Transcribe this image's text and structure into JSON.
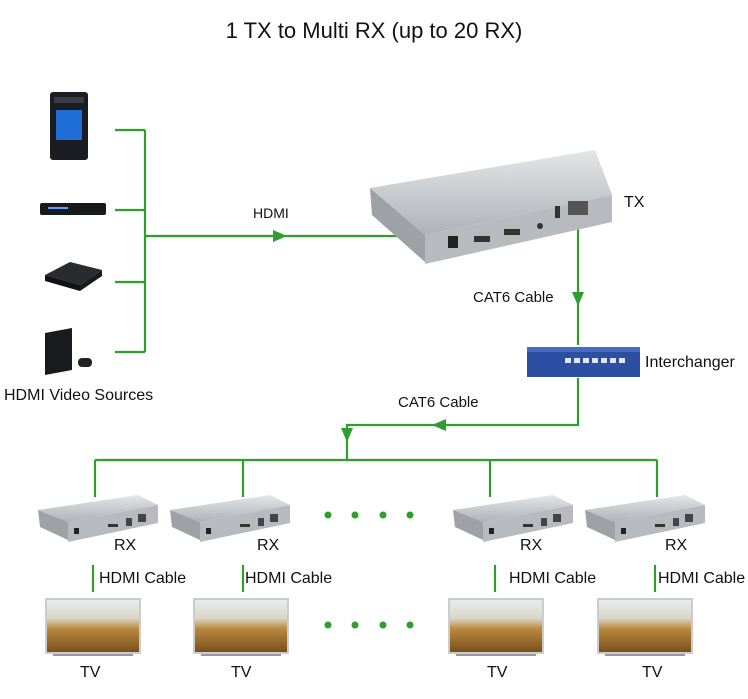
{
  "title": "1 TX to Multi RX (up to 20 RX)",
  "colors": {
    "line": "#2e9e2e",
    "device": "#c9ccd0",
    "switch": "#2c4fa3"
  },
  "sources": {
    "label": "HDMI Video Sources",
    "items": [
      "pc-tower-icon",
      "dvd-player-icon",
      "media-box-icon",
      "game-console-icon"
    ]
  },
  "links": {
    "hdmi": "HDMI",
    "cat6_top": "CAT6 Cable",
    "cat6_bottom": "CAT6 Cable"
  },
  "transmitter": {
    "label": "TX"
  },
  "switch": {
    "label": "Interchanger"
  },
  "receivers": [
    {
      "label": "RX",
      "cable": "HDMI Cable",
      "display": "TV"
    },
    {
      "label": "RX",
      "cable": "HDMI Cable",
      "display": "TV"
    },
    {
      "label": "RX",
      "cable": "HDMI Cable",
      "display": "TV"
    },
    {
      "label": "RX",
      "cable": "HDMI Cable",
      "display": "TV"
    }
  ]
}
